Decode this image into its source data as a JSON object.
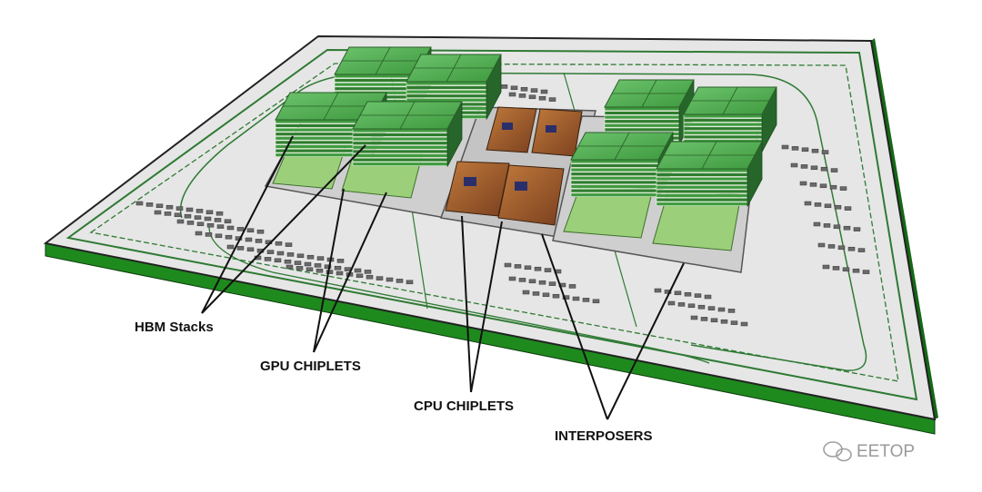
{
  "labels": {
    "hbm": "HBM Stacks",
    "gpu": "GPU CHIPLETS",
    "cpu": "CPU CHIPLETS",
    "interposers": "INTERPOSERS"
  },
  "watermark": {
    "text": "EETOP",
    "icon": "wechat-icon"
  },
  "colors": {
    "substrate_edge": "#1e8a1e",
    "substrate_top": "#e6e6e6",
    "trace": "#2f7a34",
    "hbm_green": "#3f9a3f",
    "cpu_die": "#9c5a2c",
    "interposer": "#cfcfcf"
  }
}
